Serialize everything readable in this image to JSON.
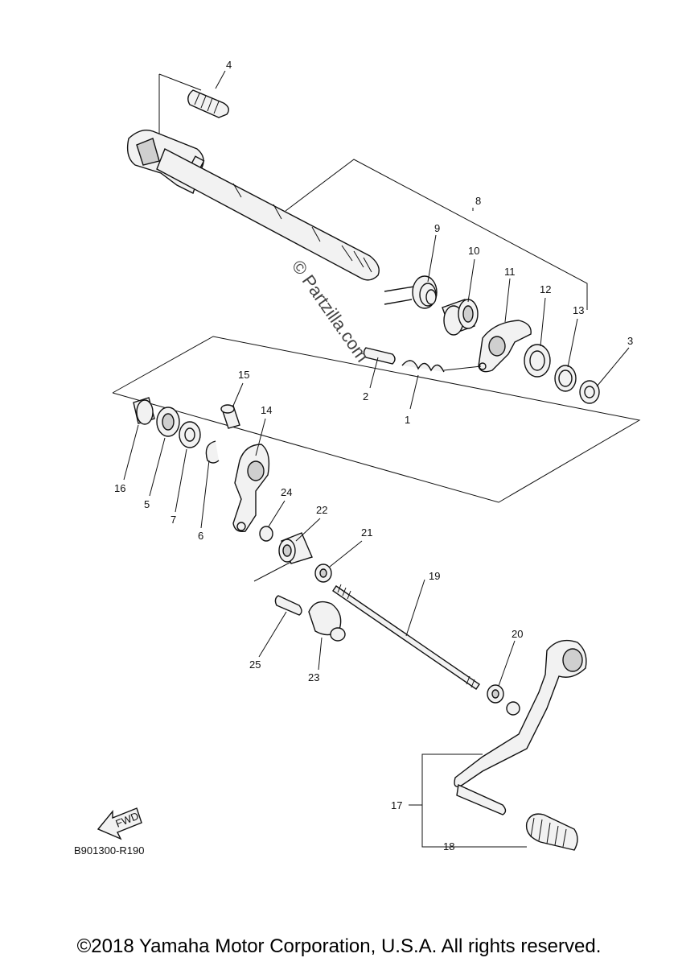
{
  "diagram": {
    "callouts": [
      "1",
      "2",
      "3",
      "4",
      "5",
      "6",
      "7",
      "8",
      "9",
      "10",
      "11",
      "12",
      "13",
      "14",
      "15",
      "16",
      "17",
      "18",
      "19",
      "20",
      "21",
      "22",
      "23",
      "24",
      "25"
    ],
    "watermark": "© Partzilla.com",
    "fwd_label": "FWD",
    "reference_code": "B901300-R190"
  },
  "footer": {
    "copyright": "©2018 Yamaha Motor Corporation, U.S.A. All rights reserved."
  }
}
